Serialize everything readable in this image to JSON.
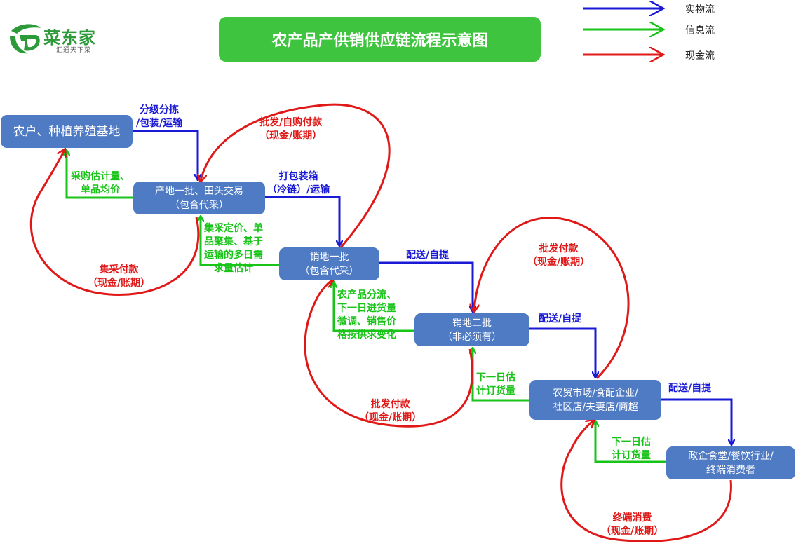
{
  "brand": {
    "name": "菜东家",
    "slogan": "—汇通天下菜—",
    "colors": {
      "green": "#2d9a3a",
      "node_fill": "#4f7bc4",
      "title_fill": "#3fc43f"
    }
  },
  "title": "农产品产供销供应链流程示意图",
  "legend": [
    {
      "label": "实物流",
      "color": "#1a1ad6"
    },
    {
      "label": "信息流",
      "color": "#18c418"
    },
    {
      "label": "现金流",
      "color": "#e01818"
    }
  ],
  "nodes": {
    "farmer": {
      "lines": [
        "农户、种植养殖基地"
      ]
    },
    "origin": {
      "lines": [
        "产地一批、田头交易",
        "（包含代采）"
      ]
    },
    "market1": {
      "lines": [
        "销地一批",
        "（包含代采）"
      ]
    },
    "market2": {
      "lines": [
        "销地二批",
        "（非必须有）"
      ]
    },
    "retail": {
      "lines": [
        "农贸市场/食配企业/",
        "社区店/夫妻店/商超"
      ]
    },
    "end": {
      "lines": [
        "政企食堂/餐饮行业/",
        "终端消费者"
      ]
    }
  },
  "physical_labels": {
    "farmer_origin": [
      "分级分拣",
      "/包装/运输"
    ],
    "origin_market1": [
      "打包装箱",
      "（冷链）/运输"
    ],
    "market1_market2": [
      "配送/自提"
    ],
    "market2_retail": [
      "配送/自提"
    ],
    "retail_end": [
      "配送/自提"
    ]
  },
  "info_labels": {
    "origin_farmer": [
      "采购估计量、",
      "单品均价"
    ],
    "market1_origin": [
      "集采定价、单",
      "品聚集、基于",
      "运输的多日需",
      "求量估计"
    ],
    "market2_market1": [
      "农产品分流、",
      "下一日进货量",
      "微调、销售价",
      "格按供求变化"
    ],
    "retail_market2": [
      "下一日估",
      "计订货量"
    ],
    "end_retail": [
      "下一日估",
      "计订货量"
    ]
  },
  "cash_labels": {
    "market1_origin": [
      "批发/自购付款",
      "（现金/账期）"
    ],
    "origin_farmer": [
      "集采付款",
      "（现金/账期）"
    ],
    "market2_market1": [
      "批发付款",
      "（现金/账期）"
    ],
    "retail_market2": [
      "批发付款",
      "（现金/账期）"
    ],
    "end_retail": [
      "终端消费",
      "（现金/账期）"
    ]
  }
}
